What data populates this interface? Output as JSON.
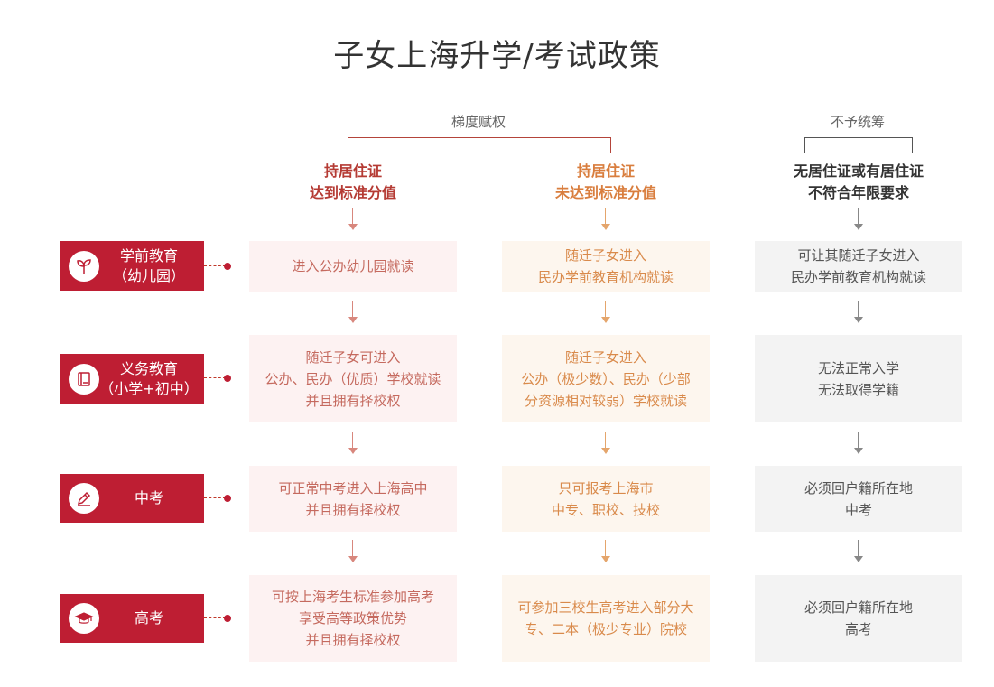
{
  "title": "子女上海升学/考试政策",
  "groups": {
    "left": "梯度赋权",
    "right": "不予统筹"
  },
  "columns": [
    {
      "line1": "持居住证",
      "line2": "达到标准分值"
    },
    {
      "line1": "持居住证",
      "line2": "未达到标准分值"
    },
    {
      "line1": "无居住证或有居住证",
      "line2": "不符合年限要求"
    }
  ],
  "stages": [
    {
      "line1": "学前教育",
      "line2": "（幼儿园）",
      "icon": "sprout-icon"
    },
    {
      "line1": "义务教育",
      "line2": "（小学+初中）",
      "icon": "book-icon"
    },
    {
      "line1": "中考",
      "line2": "",
      "icon": "pencil-icon"
    },
    {
      "line1": "高考",
      "line2": "",
      "icon": "graduation-cap-icon"
    }
  ],
  "cells": [
    [
      [
        "进入公办幼儿园就读"
      ],
      [
        "随迁子女进入",
        "民办学前教育机构就读"
      ],
      [
        "可让其随迁子女进入",
        "民办学前教育机构就读"
      ]
    ],
    [
      [
        "随迁子女可进入",
        "公办、民办（优质）学校就读",
        "并且拥有择校权"
      ],
      [
        "随迁子女进入",
        "公办（极少数）、民办（少部",
        "分资源相对较弱）学校就读"
      ],
      [
        "无法正常入学",
        "无法取得学籍"
      ]
    ],
    [
      [
        "可正常中考进入上海高中",
        "并且拥有择校权"
      ],
      [
        "只可报考上海市",
        "中专、职校、技校"
      ],
      [
        "必须回户籍所在地",
        "中考"
      ]
    ],
    [
      [
        "可按上海考生标准参加高考",
        "享受高等政策优势",
        "并且拥有择校权"
      ],
      [
        "可参加三校生高考进入部分大",
        "专、二本（极少专业）院校"
      ],
      [
        "必须回户籍所在地",
        "高考"
      ]
    ]
  ],
  "colors": {
    "stage_bg": "#be1e33",
    "col1_text": "#c56a5f",
    "col2_text": "#d98a4b",
    "col3_text": "#555555"
  }
}
